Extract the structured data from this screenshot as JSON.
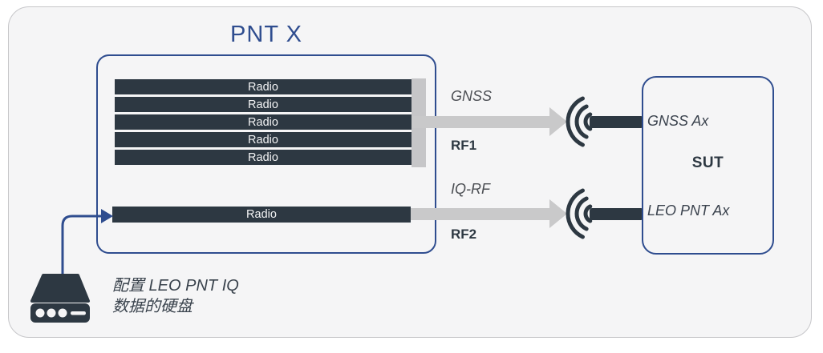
{
  "pntx": {
    "title": "PNT X",
    "radios": [
      "Radio",
      "Radio",
      "Radio",
      "Radio",
      "Radio"
    ],
    "single_radio": "Radio"
  },
  "channels": {
    "ch1": {
      "signal": "GNSS",
      "port": "RF1"
    },
    "ch2": {
      "signal": "IQ-RF",
      "port": "RF2"
    }
  },
  "sut": {
    "label": "SUT",
    "antenna_top": "GNSS Ax",
    "antenna_bottom": "LEO PNT Ax"
  },
  "disk": {
    "caption_line1": "配置 LEO PNT IQ",
    "caption_line2": "数据的硬盘"
  },
  "icons": {
    "signal_waves": "radio-signal-arcs",
    "hard_drive": "hard-drive",
    "gray_arrow": "arrow-right",
    "blue_arrow": "arrow-right"
  },
  "colors": {
    "accent_blue": "#2f4d8f",
    "dark_slate": "#2d3842",
    "arrow_gray": "#c9c9ca",
    "card_bg": "#f5f5f6",
    "card_border": "#c6c6c9"
  }
}
